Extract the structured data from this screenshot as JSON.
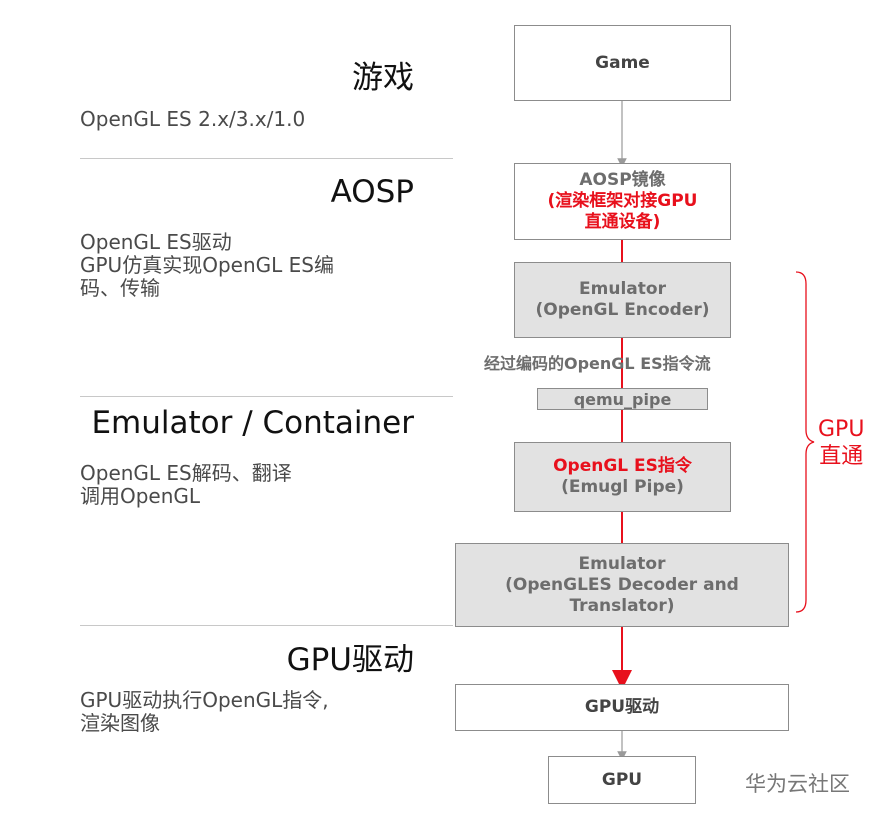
{
  "layers": [
    {
      "title": "游戏",
      "desc": "OpenGL ES 2.x/3.x/1.0"
    },
    {
      "title": "AOSP",
      "desc": "OpenGL ES驱动\nGPU仿真实现OpenGL ES编\n码、传输"
    },
    {
      "title": "Emulator / Container",
      "desc": "OpenGL ES解码、翻译\n调用OpenGL"
    },
    {
      "title": "GPU驱动",
      "desc": "GPU驱动执行OpenGL指令,\n渲染图像"
    }
  ],
  "flow": {
    "game": "Game",
    "aosp_title": "AOSP镜像",
    "aosp_note": "(渲染框架对接GPU\n直通设备)",
    "encoder": "Emulator\n(OpenGL Encoder)",
    "stream_label": "经过编码的OpenGL ES指令流",
    "qemu_pipe": "qemu_pipe",
    "emugl_red": "OpenGL ES指令",
    "emugl": "(Emugl Pipe)",
    "decoder": "Emulator\n(OpenGLES Decoder and\nTranslator)",
    "gpu_driver": "GPU驱动",
    "gpu": "GPU"
  },
  "bracket_label": "GPU\n直通",
  "watermark": "华为云社区",
  "colors": {
    "accent_red": "#e8101c",
    "box_grey": "#e2e2e2",
    "border": "#8c8c8c"
  }
}
